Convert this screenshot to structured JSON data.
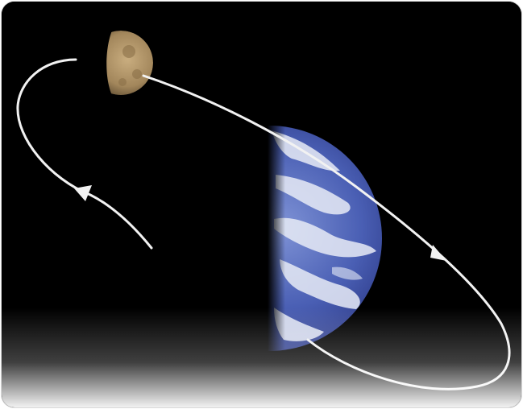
{
  "scene": {
    "subject": "earth-moon-orbit-illustration",
    "colors": {
      "space": "#000000",
      "earth_ocean": "#3a4fa6",
      "earth_cloud": "#e8ecf6",
      "moon_surface": "#b09466",
      "moon_shadow": "#5a4a33",
      "orbit_line": "#f2f2f2",
      "bottom_fade": "#ffffff"
    },
    "elements": {
      "earth": {
        "phase": "half-lit",
        "lit_side": "right"
      },
      "moon": {
        "phase": "crescent",
        "lit_side": "right"
      },
      "orbit": {
        "direction": "clockwise-in-view",
        "arrow_count": 2
      }
    }
  }
}
